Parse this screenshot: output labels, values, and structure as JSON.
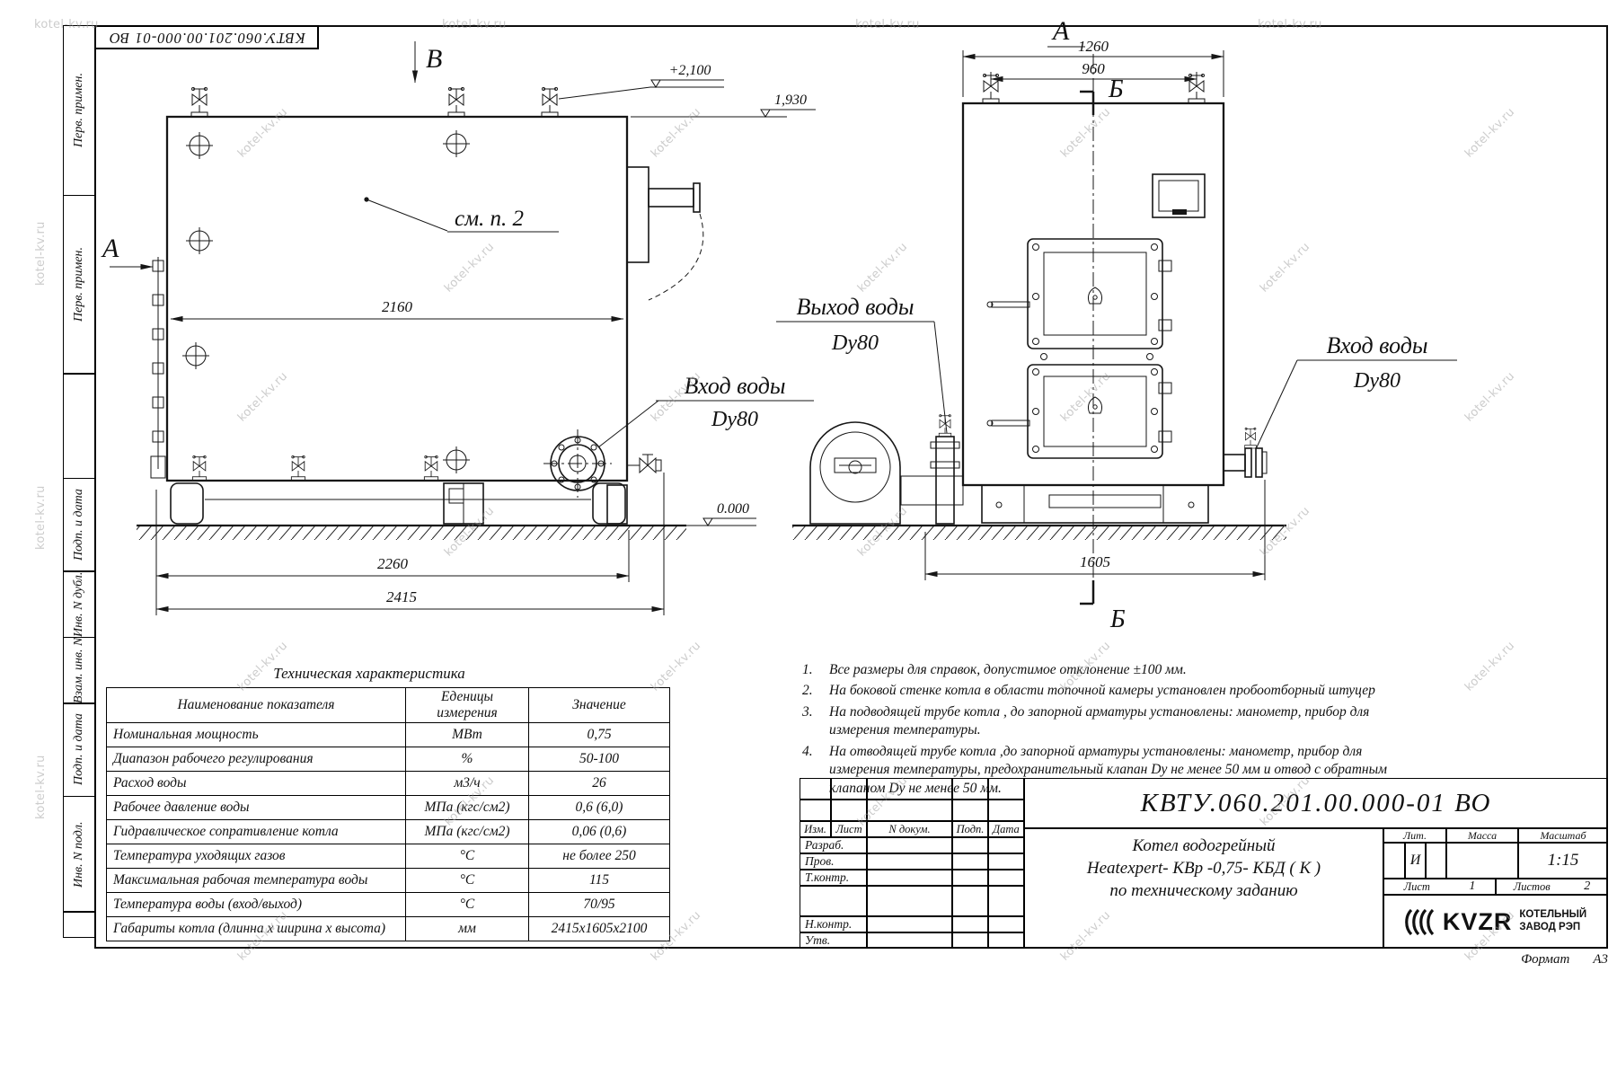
{
  "watermark": "kotel-kv.ru",
  "doc_code": "КВТУ.060.201.00.000-01 ВО",
  "side_strip": {
    "items": [
      "Перв. примен.",
      "Перв. примен.",
      "",
      "Подп. и дата",
      "Инв. N дубл.",
      "Взам. инв. N",
      "Подп. и дата",
      "Инв. N подл.",
      ""
    ]
  },
  "drawing": {
    "view_letters": {
      "b": "В",
      "a_side": "А",
      "a_front": "А",
      "b_sec_top": "Б",
      "b_sec_bottom": "Б"
    },
    "note_ref": "см. п. 2",
    "levels": {
      "chimney": "+2,100",
      "boiler_top": "1,930",
      "ground": "0.000"
    },
    "dims": {
      "body_length": "2160",
      "base_length": "2260",
      "overall_length": "2415",
      "front_width": "1260",
      "valve_span": "960",
      "overall_depth": "1605"
    },
    "callouts": {
      "inlet_side": {
        "title": "Вход воды",
        "size": "Dy80"
      },
      "outlet_front": {
        "title": "Выход воды",
        "size": "Dy80"
      },
      "inlet_front": {
        "title": "Вход воды",
        "size": "Dy80"
      }
    }
  },
  "tech_table": {
    "title": "Техническая характеристика",
    "headers": [
      "Наименование показателя",
      "Еденицы измерения",
      "Значение"
    ],
    "rows": [
      [
        "Номинальная мощность",
        "МВт",
        "0,75"
      ],
      [
        "Диапазон рабочего регулирования",
        "%",
        "50-100"
      ],
      [
        "Расход воды",
        "м3/ч",
        "26"
      ],
      [
        "Рабочее давление воды",
        "МПа (кгс/см2)",
        "0,6 (6,0)"
      ],
      [
        "Гидравлическое сопративление котла",
        "МПа (кгс/см2)",
        "0,06 (0,6)"
      ],
      [
        "Температура уходящих газов",
        "°С",
        "не более 250"
      ],
      [
        "Максимальная рабочая температура воды",
        "°С",
        "115"
      ],
      [
        "Температура воды (вход/выход)",
        "°С",
        "70/95"
      ],
      [
        "Габариты котла (длинна х ширина х высота)",
        "мм",
        "2415х1605х2100"
      ]
    ]
  },
  "notes": [
    {
      "num": "1.",
      "text": "Все размеры для справок, допустимое отклонение  ±100 мм."
    },
    {
      "num": "2.",
      "text": "На боковой стенке котла в области топочной камеры установлен пробоотборный штуцер"
    },
    {
      "num": "3.",
      "text": "На  подводящей трубе котла , до запорной арматуры установлены: манометр, прибор для измерения температуры."
    },
    {
      "num": "4.",
      "text": "На отводящей трубе котла ,до запорной арматуры установлены: манометр, прибор для измерения температуры, предохранительный клапан  Dу не менее  50 мм и отвод с обратным клапаном  Dу не менее  50 мм."
    }
  ],
  "title_block": {
    "doc_number": "КВТУ.060.201.00.000-01  ВО",
    "rev_headers": [
      "Изм.",
      "Лист",
      "N докум.",
      "Подп.",
      "Дата"
    ],
    "sig_labels": [
      "Разраб.",
      "Пров.",
      "Т.контр.",
      "Н.контр.",
      "Утв."
    ],
    "name_lines": [
      "Котел водогрейный",
      "Heatexpert- КВр -0,75- КБД ( К )",
      "по техническому заданию"
    ],
    "lit_header": "Лит.",
    "massa_header": "Масса",
    "masshtab_header": "Масштаб",
    "lit_value": "И",
    "masshtab_value": "1:15",
    "sheet_label": "Лист",
    "sheet_value": "1",
    "sheets_label": "Листов",
    "sheets_value": "2",
    "logo_text": "KVZR",
    "org_line1": "КОТЕЛЬНЫЙ",
    "org_line2": "ЗАВОД РЭП"
  },
  "format_note": {
    "label": "Формат",
    "value": "А3"
  }
}
